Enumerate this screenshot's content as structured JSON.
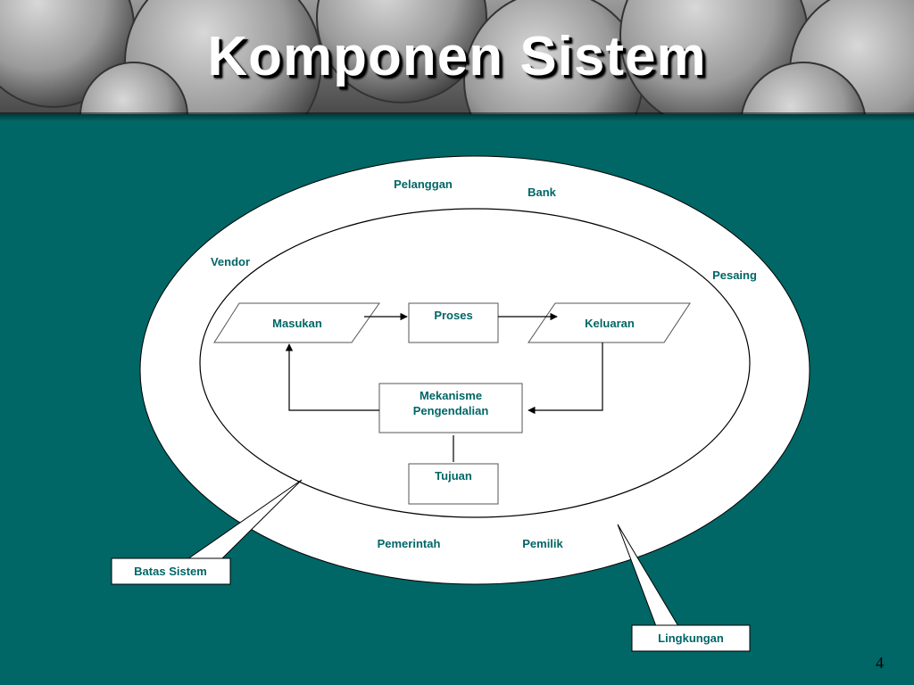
{
  "slide": {
    "title": "Komponen Sistem",
    "page_number": "4"
  },
  "environment": {
    "pelanggan": "Pelanggan",
    "bank": "Bank",
    "vendor": "Vendor",
    "pesaing": "Pesaing",
    "pemerintah": "Pemerintah",
    "pemilik": "Pemilik"
  },
  "system": {
    "masukan": "Masukan",
    "proses": "Proses",
    "keluaran": "Keluaran",
    "mekanisme_line1": "Mekanisme",
    "mekanisme_line2": "Pengendalian",
    "tujuan": "Tujuan"
  },
  "callouts": {
    "batas_sistem": "Batas Sistem",
    "lingkungan": "Lingkungan"
  },
  "colors": {
    "background": "#006666",
    "text": "#006666",
    "ellipse": "#ffffff"
  }
}
